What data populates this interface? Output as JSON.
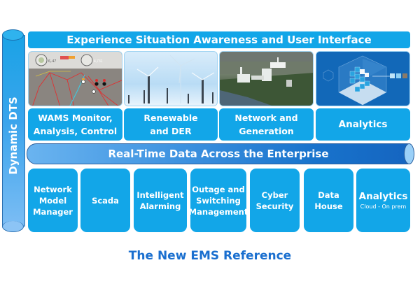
{
  "side_label": "Dynamic DTS",
  "header": {
    "title": "Experience Situation Awareness and User Interface"
  },
  "panels": [
    {
      "image": "wams-map-screenshot",
      "label_lines": [
        "WAMS  Monitor,",
        "Analysis, Control"
      ]
    },
    {
      "image": "wind-turbines-photo",
      "label_lines": [
        "Renewable",
        "and DER"
      ]
    },
    {
      "image": "power-plant-aerial-photo",
      "label_lines": [
        "Network and",
        "Generation"
      ]
    },
    {
      "image": "analytics-cubes-graphic",
      "label_lines": [
        "Analytics"
      ]
    }
  ],
  "enterprise_bar": {
    "label": "Real-Time Data Across the Enterprise"
  },
  "modules": [
    {
      "lines": [
        "Network",
        "Model",
        "Manager"
      ]
    },
    {
      "lines": [
        "Scada"
      ]
    },
    {
      "lines": [
        "Intelligent",
        "Alarming"
      ]
    },
    {
      "lines": [
        "Outage and",
        "Switching",
        "Management"
      ]
    },
    {
      "lines": [
        "Cyber",
        "Security"
      ]
    },
    {
      "lines": [
        "Data",
        "House"
      ]
    },
    {
      "lines": [
        "Analytics"
      ],
      "subtitle": "Cloud - On prem"
    }
  ],
  "footer": {
    "title": "The New EMS Reference"
  },
  "colors": {
    "primary_blue": "#12a6e8",
    "dark_blue": "#1565c0",
    "title_blue": "#1a6fcf",
    "background": "#ffffff"
  }
}
